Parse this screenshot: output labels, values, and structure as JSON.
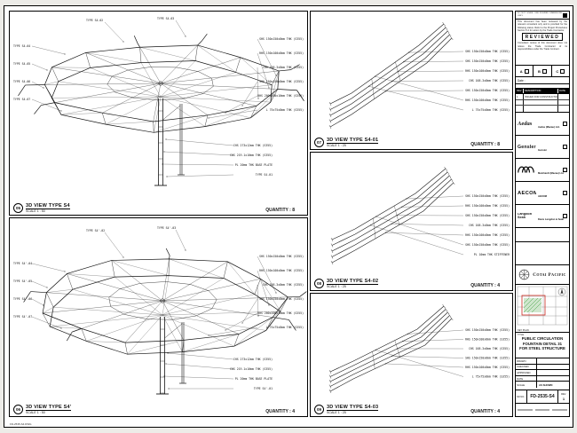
{
  "panels": {
    "lt": {
      "ref": "05",
      "title": "3D VIEW TYPE S4",
      "scale": "SCALE 1 : 50",
      "qty": "QUANTITY : 8",
      "ann": {
        "left": [
          "TYPE S4-04",
          "TYPE S4-05",
          "TYPE S4-06",
          "TYPE S4-07"
        ],
        "top": [
          "TYPE S4-02",
          "TYPE S4-03"
        ],
        "right": [
          "SHS 150x150x8mm THK (S355)",
          "RHS 150x100x8mm THK (S355)",
          "CHS 168.3x8mm THK (S355)",
          "SHS 150x150x8mm THK (S355)",
          "RHS 200x100x10mm THK (S355)",
          "L 75x75x8mm THK (S355)"
        ],
        "bottom": [
          "CHS 273x12mm THK (S355)",
          "CHS 219.1x10mm THK (S355)",
          "PL 20mm THK BASE PLATE",
          "TYPE S4-01"
        ]
      }
    },
    "lb": {
      "ref": "06",
      "title": "3D VIEW TYPE S4'",
      "scale": "SCALE 1 : 50",
      "qty": "QUANTITY : 4",
      "ann": {
        "left": [
          "TYPE S4'-04",
          "TYPE S4'-05",
          "TYPE S4'-06",
          "TYPE S4'-07"
        ],
        "top": [
          "TYPE S4'-02",
          "TYPE S4'-03"
        ],
        "right": [
          "SHS 150x150x8mm THK (S355)",
          "RHS 150x100x8mm THK (S355)",
          "CHS 168.3x8mm THK (S355)",
          "SHS 150x150x8mm THK (S355)",
          "RHS 200x100x10mm THK (S355)",
          "L 75x75x8mm THK (S355)"
        ],
        "bottom": [
          "CHS 273x12mm THK (S355)",
          "CHS 219.1x10mm THK (S355)",
          "PL 20mm THK BASE PLATE",
          "TYPE S4'-01"
        ]
      }
    },
    "m1": {
      "ref": "07",
      "title": "3D VIEW TYPE S4-01",
      "scale": "SCALE 1 : 25",
      "qty": "QUANTITY : 8",
      "ann": {
        "right": [
          "SHS 150x150x8mm THK (S355)",
          "SHS 150x150x8mm THK (S355)",
          "RHS 150x100x8mm THK (S355)",
          "CHS 168.3x8mm THK (S355)",
          "SHS 150x150x8mm THK (S355)",
          "RHS 150x100x8mm THK (S355)",
          "L 75x75x8mm THK (S355)"
        ]
      }
    },
    "m2": {
      "ref": "08",
      "title": "3D VIEW TYPE S4-02",
      "scale": "SCALE 1 : 25",
      "qty": "QUANTITY : 4",
      "ann": {
        "right": [
          "SHS 150x150x8mm THK (S355)",
          "RHS 150x100x8mm THK (S355)",
          "SHS 150x150x8mm THK (S355)",
          "CHS 168.3x8mm THK (S355)",
          "RHS 150x100x8mm THK (S355)",
          "SHS 150x150x8mm THK (S355)",
          "PL 10mm THK STIFFENER"
        ]
      }
    },
    "m3": {
      "ref": "09",
      "title": "3D VIEW TYPE S4-03",
      "scale": "SCALE 1 : 25",
      "qty": "QUANTITY : 4",
      "ann": {
        "right": [
          "SHS 150x150x8mm THK (S355)",
          "RHS 150x100x8mm THK (S355)",
          "CHS 168.3x8mm THK (S355)",
          "SHS 150x150x8mm THK (S355)",
          "RHS 150x100x8mm THK (S355)",
          "L 75x75x8mm THK (S355)"
        ]
      }
    }
  },
  "titleblock": {
    "note_strip": "DO NOT SCALE. USE FIGURED DIMENSIONS ONLY.",
    "reviewed": {
      "intro": "This document has been reviewed by the relevant consultant only and is provided for the following status. Refer to the Project Procedures Section 5.4 for action by the Trade Contractor.",
      "stamp": "REVIEWED",
      "outro": "Consultant review of this document does not relieve the Trade Contractor of its responsibilities under the Trade Contract.",
      "grades": [
        "A",
        "B",
        "C"
      ],
      "date_label": "Date :"
    },
    "rev_table": {
      "headers": [
        "REV",
        "DESCRIPTION",
        "DATE"
      ],
      "rows": [
        [
          "1",
          "ISSUED FOR CONSTRUCTION",
          ""
        ]
      ]
    },
    "consultants": [
      {
        "logo_text": "Aedas",
        "name": "Aedas (Macau) Ltd."
      },
      {
        "logo_text": "Gensler",
        "name": "Gensler"
      },
      {
        "logo_text": "",
        "name": "Meinhardt (Macau) Ltd."
      },
      {
        "logo_text": "AECOM",
        "name": "AECOM"
      },
      {
        "logo_text": "Langdon Seah",
        "name": "Davis Langdon & Seah"
      }
    ],
    "client": {
      "name": "Cotai Pacific"
    },
    "key_plan": {
      "label": "KEY PLAN",
      "green": "#3f9e3f",
      "green_fill": "#cfe6cd",
      "red": "#cc2a20"
    },
    "title": {
      "label": "TITLE",
      "lines": [
        "PUBLIC CIRCULATION",
        "FOUNTAIN DETAIL 31",
        "FOR STEEL STRUCTURE"
      ]
    },
    "fields": [
      {
        "label": "DRAWN",
        "value": ""
      },
      {
        "label": "CHECKED",
        "value": ""
      },
      {
        "label": "APPROVED",
        "value": ""
      },
      {
        "label": "DATE",
        "value": ""
      },
      {
        "label": "SCALE",
        "value": "AS SHOWN"
      }
    ],
    "sd_no": {
      "label": "SD NO.",
      "value": "FD-2535-S4",
      "rev_label": "REV.",
      "rev": "1"
    },
    "file_name": "FD-2535-S4.DWG"
  }
}
